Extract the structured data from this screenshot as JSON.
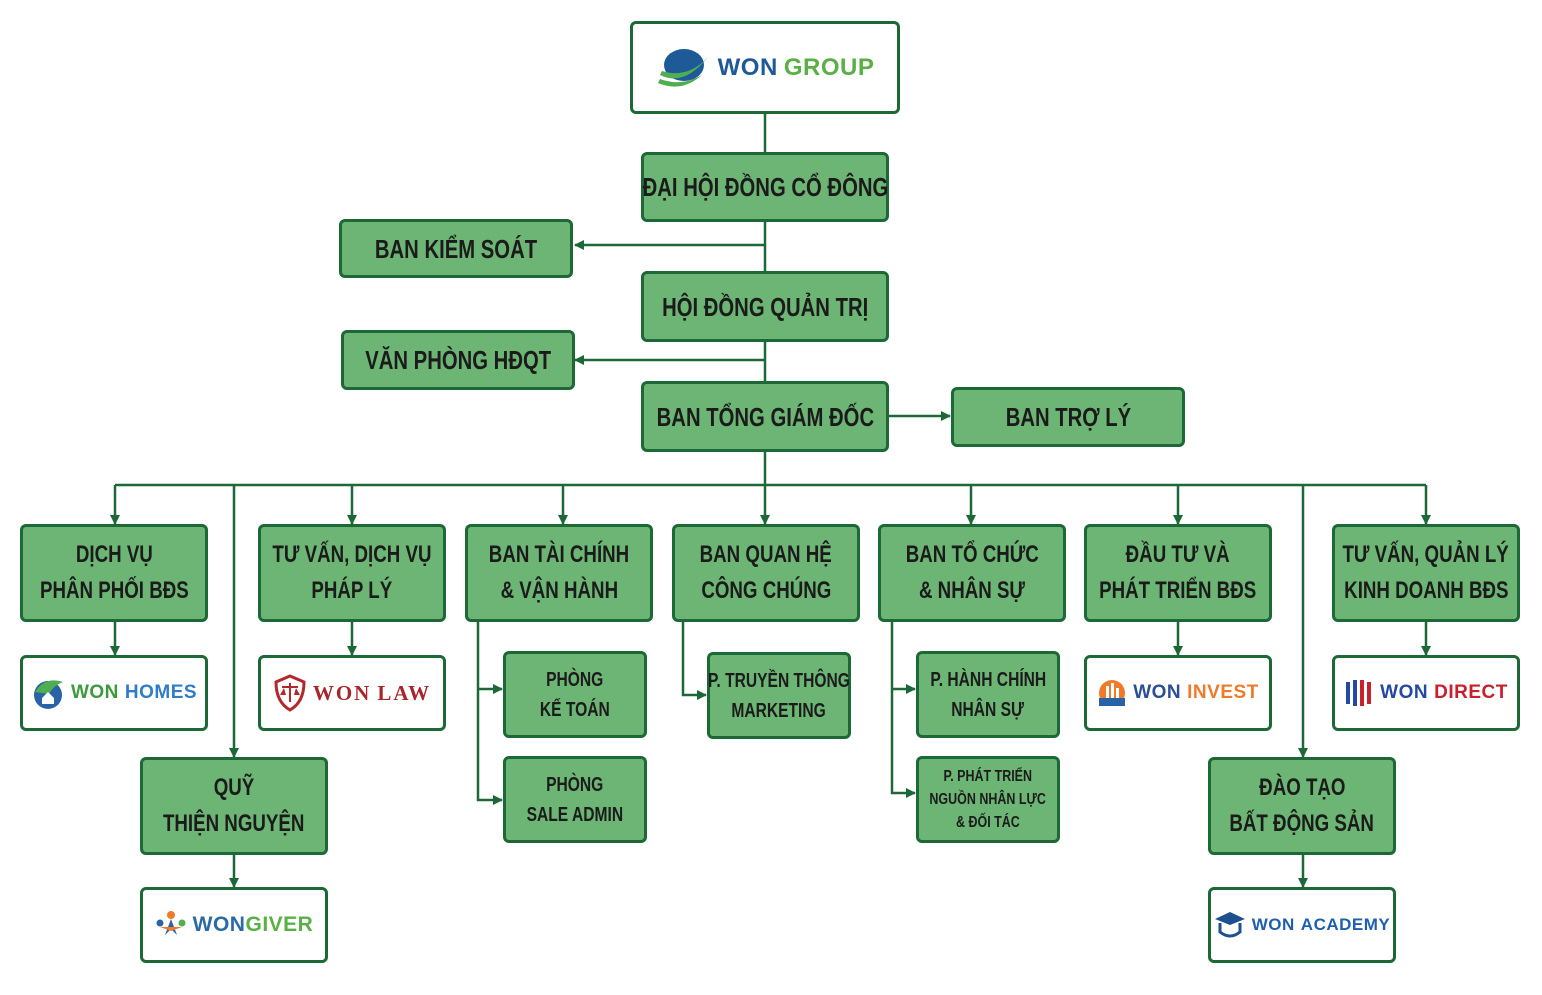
{
  "title": "WON GROUP organizational chart",
  "colors": {
    "box_fill": "#6cb574",
    "border": "#1d6837",
    "text": "#1b1b1b"
  },
  "root": {
    "brand_left": "WON",
    "brand_right": "GROUP"
  },
  "top": {
    "dhdcd": "ĐẠI HỘI ĐỒNG CỔ ĐÔNG",
    "ban_kiem_soat": "BAN KIỂM SOÁT",
    "hdqt": "HỘI ĐỒNG QUẢN TRỊ",
    "van_phong_hdqt": "VĂN PHÒNG HĐQT",
    "ban_tgd": "BAN TỔNG GIÁM ĐỐC",
    "ban_tro_ly": "BAN TRỢ LÝ"
  },
  "departments": [
    {
      "line1": "DỊCH VỤ",
      "line2": "PHÂN PHỐI BĐS"
    },
    {
      "line1": "TƯ VẤN, DỊCH VỤ",
      "line2": "PHÁP LÝ"
    },
    {
      "line1": "BAN TÀI CHÍNH",
      "line2": "& VẬN HÀNH"
    },
    {
      "line1": "BAN QUAN HỆ",
      "line2": "CÔNG CHÚNG"
    },
    {
      "line1": "BAN TỔ CHỨC",
      "line2": "& NHÂN SỰ"
    },
    {
      "line1": "ĐẦU TƯ VÀ",
      "line2": "PHÁT TRIỂN BĐS"
    },
    {
      "line1": "TƯ VẤN, QUẢN LÝ",
      "line2": "KINH DOANH BĐS"
    }
  ],
  "sub_units": {
    "ke_toan": {
      "line1": "PHÒNG",
      "line2": "KẾ TOÁN"
    },
    "sale_admin": {
      "line1": "PHÒNG",
      "line2": "SALE ADMIN"
    },
    "truyen_thong": {
      "line1": "P. TRUYỀN THÔNG",
      "line2": "MARKETING"
    },
    "hanh_chinh": {
      "line1": "P. HÀNH CHÍNH",
      "line2": "NHÂN SỰ"
    },
    "phat_trien_nl": {
      "line1": "P. PHÁT TRIỂN",
      "line2": "NGUỒN NHÂN LỰC",
      "line3": "& ĐỐI TÁC"
    },
    "quy": {
      "line1": "QUỸ",
      "line2": "THIỆN NGUYỆN"
    },
    "dao_tao": {
      "line1": "ĐÀO TẠO",
      "line2": "BẤT ĐỘNG SẢN"
    }
  },
  "brands": {
    "homes": {
      "a": "WON",
      "b": "HOMES"
    },
    "law": {
      "a": "WON",
      "b": "LAW"
    },
    "invest": {
      "a": "WON",
      "b": "INVEST"
    },
    "direct": {
      "a": "WON",
      "b": "DIRECT"
    },
    "giver": {
      "a": "WON",
      "b": "GIVER"
    },
    "academy": {
      "a": "WON",
      "b": "ACADEMY"
    }
  }
}
